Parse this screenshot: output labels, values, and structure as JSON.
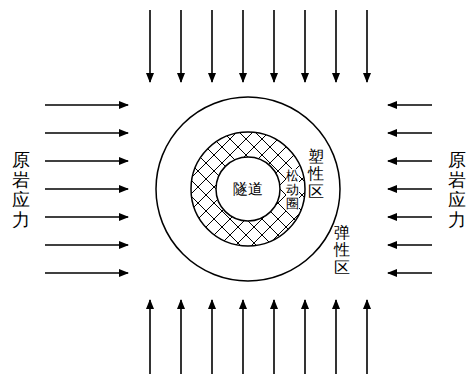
{
  "diagram": {
    "nodes": [
      {
        "text": [
          "塑性区"
        ]
      },
      {
        "text": [
          "松动圈"
        ],
        "in": 0
      },
      {
        "text": [
          "隧道"
        ],
        "in": 1
      }
    ],
    "labels": [
      "原岩应力",
      "原岩应力",
      "弹性区"
    ]
  }
}
